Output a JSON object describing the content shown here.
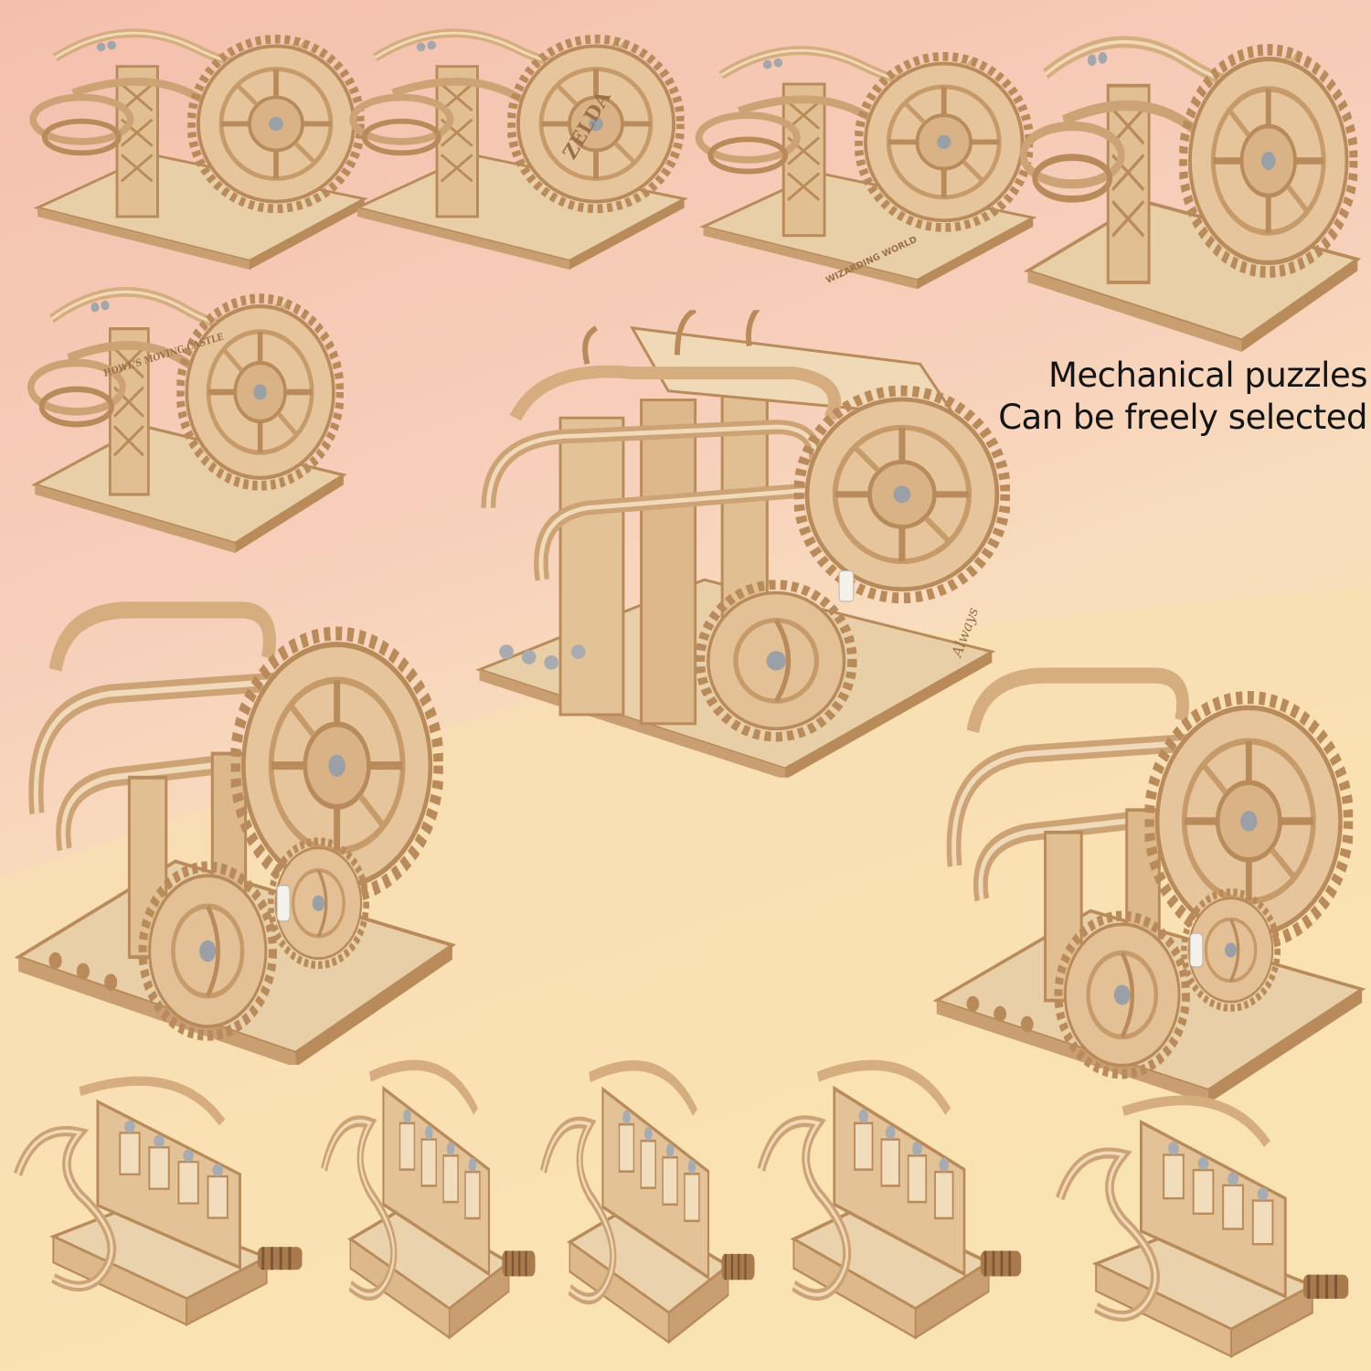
{
  "headline": {
    "line1": "Mechanical puzzles",
    "line2": "Can be freely selected"
  },
  "engraved_labels": {
    "model_2": "ZELDA",
    "model_3": "WIZARDING WORLD",
    "model_5": "HOWL'S MOVING CASTLE",
    "model_center": "Always"
  },
  "colors": {
    "bg_top": "#f4c0ad",
    "bg_mid": "#f7d2bc",
    "bg_bottom": "#fae3b8",
    "wood_light": "#ecd2ad",
    "wood_mid": "#d9b386",
    "wood_dark": "#b98a5a",
    "text": "#141414"
  }
}
